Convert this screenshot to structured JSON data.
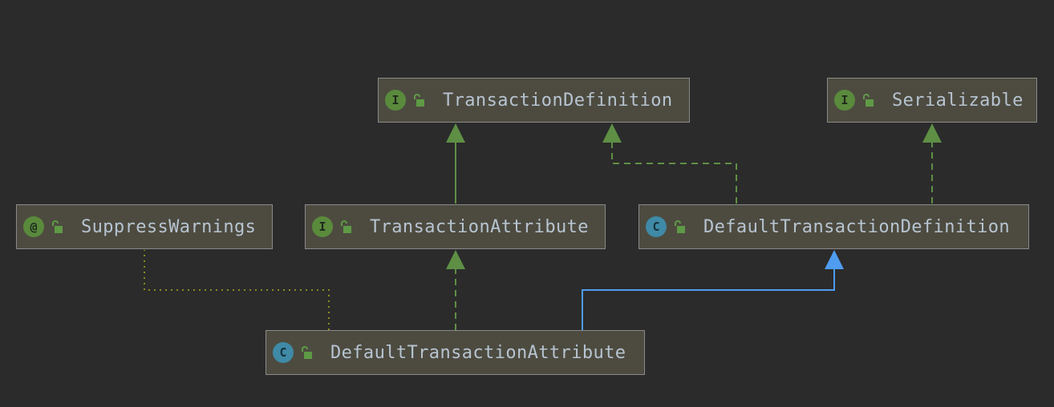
{
  "colors": {
    "background": "#2b2b2b",
    "node_fill": "#4d4b40",
    "node_border": "#8a8a8a",
    "text": "#b7c4d1",
    "interface_edge": "#5e8f45",
    "extends_edge": "#4f9cf0",
    "annotation_edge": "#8a8a20"
  },
  "nodes": {
    "transaction_definition": {
      "kind": "I",
      "kind_icon": "interface-icon",
      "name": "TransactionDefinition"
    },
    "serializable": {
      "kind": "I",
      "kind_icon": "interface-icon",
      "name": "Serializable"
    },
    "suppress_warnings": {
      "kind": "@",
      "kind_icon": "annotation-icon",
      "name": "SuppressWarnings"
    },
    "transaction_attribute": {
      "kind": "I",
      "kind_icon": "interface-icon",
      "name": "TransactionAttribute"
    },
    "default_transaction_definition": {
      "kind": "C",
      "kind_icon": "class-icon",
      "name": "DefaultTransactionDefinition"
    },
    "default_transaction_attribute": {
      "kind": "C",
      "kind_icon": "class-icon",
      "name": "DefaultTransactionAttribute"
    }
  },
  "edges": [
    {
      "from": "transaction_attribute",
      "to": "transaction_definition",
      "relation": "extends-interface",
      "style": "solid"
    },
    {
      "from": "default_transaction_definition",
      "to": "transaction_definition",
      "relation": "implements",
      "style": "dashed"
    },
    {
      "from": "default_transaction_definition",
      "to": "serializable",
      "relation": "implements",
      "style": "dashed"
    },
    {
      "from": "default_transaction_attribute",
      "to": "transaction_attribute",
      "relation": "implements",
      "style": "dashed"
    },
    {
      "from": "default_transaction_attribute",
      "to": "default_transaction_definition",
      "relation": "extends",
      "style": "solid"
    },
    {
      "from": "default_transaction_attribute",
      "to": "suppress_warnings",
      "relation": "annotated-with",
      "style": "dotted"
    }
  ]
}
